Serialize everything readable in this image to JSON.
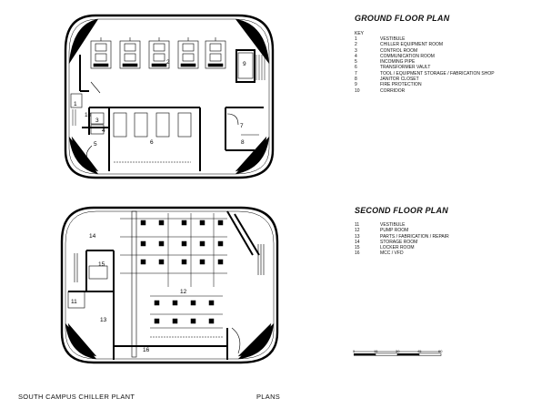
{
  "ground_floor": {
    "title": "GROUND FLOOR PLAN",
    "key_label": "KEY",
    "legend": [
      {
        "num": "1",
        "label": "VESTIBULE"
      },
      {
        "num": "2",
        "label": "CHILLER EQUIPMENT ROOM"
      },
      {
        "num": "3",
        "label": "CONTROL ROOM"
      },
      {
        "num": "4",
        "label": "COMMUNICATION ROOM"
      },
      {
        "num": "5",
        "label": "INCOMING PIPE"
      },
      {
        "num": "6",
        "label": "TRANSFORMER VAULT"
      },
      {
        "num": "7",
        "label": "TOOL / EQUIPMENT STORAGE / FABRICATION SHOP"
      },
      {
        "num": "8",
        "label": "JANITOR CLOSET"
      },
      {
        "num": "9",
        "label": "FIRE PROTECTION"
      },
      {
        "num": "10",
        "label": "CORRIDOR"
      }
    ],
    "room_labels": [
      "1",
      "2",
      "3",
      "4",
      "5",
      "6",
      "7",
      "8",
      "9",
      "10"
    ]
  },
  "second_floor": {
    "title": "SECOND FLOOR PLAN",
    "legend": [
      {
        "num": "11",
        "label": "VESTIBULE"
      },
      {
        "num": "12",
        "label": "PUMP ROOM"
      },
      {
        "num": "13",
        "label": "PARTS / FABRICATION / REPAIR"
      },
      {
        "num": "14",
        "label": "STORAGE ROOM"
      },
      {
        "num": "15",
        "label": "LOCKER ROOM"
      },
      {
        "num": "16",
        "label": "MCC / VFD"
      }
    ],
    "room_labels": [
      "11",
      "12",
      "13",
      "14",
      "15",
      "16"
    ]
  },
  "scale_bar": {
    "ticks": [
      "0",
      "15",
      "30",
      "45",
      "60"
    ]
  },
  "footer": {
    "project_title": "SOUTH CAMPUS CHILLER PLANT",
    "sheet_title": "PLANS"
  }
}
